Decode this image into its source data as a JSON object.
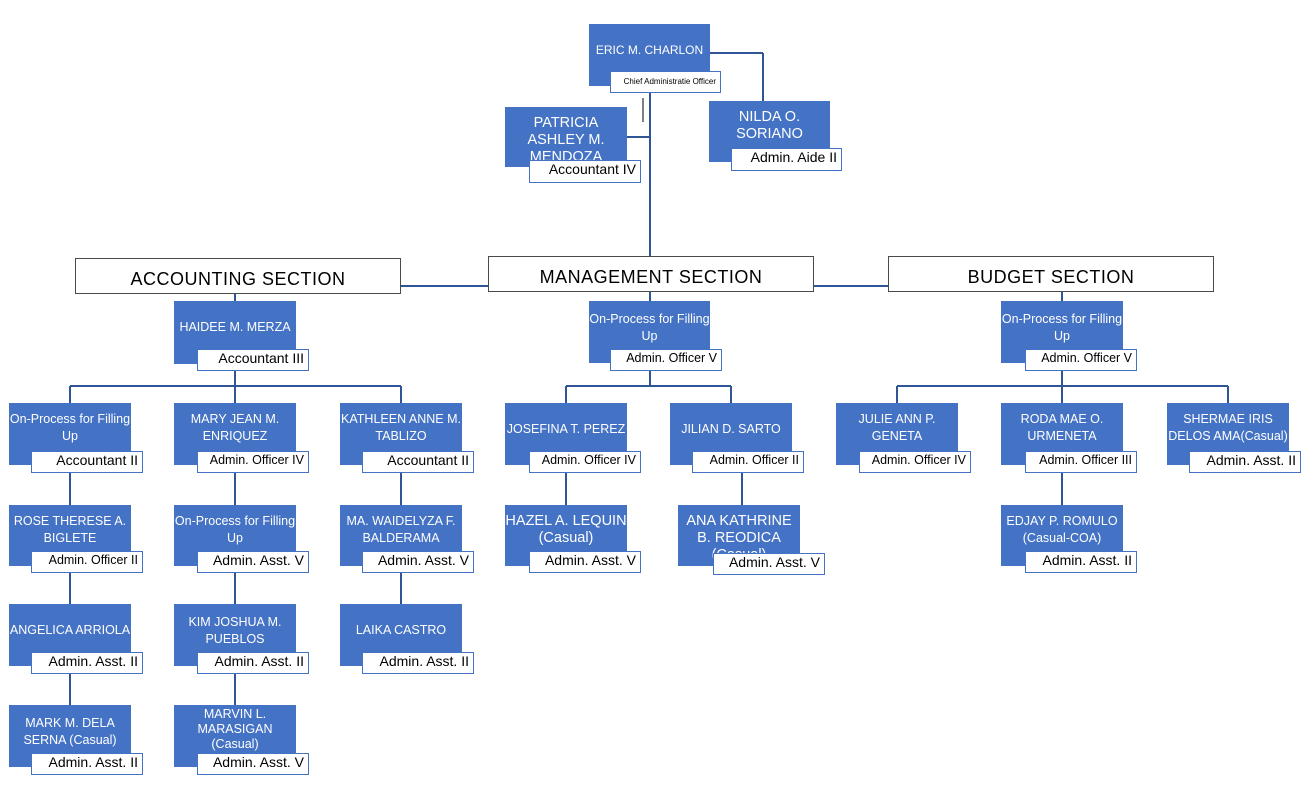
{
  "colors": {
    "box": "#4472c4",
    "line": "#2f5597",
    "text_on_box": "#ffffff"
  },
  "chief": {
    "name": "ERIC M. CHARLON",
    "title": "Chief Administratie Officer"
  },
  "patricia": {
    "name": "PATRICIA ASHLEY M. MENDOZA",
    "title": "Accountant IV"
  },
  "nilda": {
    "name": "NILDA O. SORIANO",
    "title": "Admin. Aide II"
  },
  "sections": {
    "accounting": "ACCOUNTING SECTION",
    "management": "MANAGEMENT SECTION",
    "budget": "BUDGET SECTION"
  },
  "accounting": {
    "head": {
      "name": "HAIDEE M. MERZA",
      "title": "Accountant III"
    },
    "col1": [
      {
        "name": "On-Process for Filling Up",
        "title": "Accountant II"
      },
      {
        "name": "ROSE THERESE A. BIGLETE",
        "title": "Admin. Officer II"
      },
      {
        "name": "ANGELICA ARRIOLA",
        "title": "Admin. Asst. II"
      },
      {
        "name": "MARK M. DELA SERNA (Casual)",
        "title": "Admin. Asst. II"
      }
    ],
    "col2": [
      {
        "name": "MARY JEAN M. ENRIQUEZ",
        "title": "Admin. Officer IV"
      },
      {
        "name": "On-Process for Filling Up",
        "title": "Admin. Asst. V"
      },
      {
        "name": "KIM JOSHUA M. PUEBLOS",
        "title": "Admin. Asst. II"
      },
      {
        "name": "MARVIN L. MARASIGAN (Casual)",
        "title": "Admin. Asst. V"
      }
    ],
    "col3": [
      {
        "name": "KATHLEEN ANNE M. TABLIZO",
        "title": "Accountant II"
      },
      {
        "name": "MA. WAIDELYZA F. BALDERAMA",
        "title": "Admin. Asst. V"
      },
      {
        "name": "LAIKA CASTRO",
        "title": "Admin. Asst. II"
      }
    ]
  },
  "management": {
    "head": {
      "name": "On-Process for Filling Up",
      "title": "Admin. Officer V"
    },
    "col1": [
      {
        "name": "JOSEFINA T. PEREZ",
        "title": "Admin. Officer IV"
      },
      {
        "name": "HAZEL A. LEQUIN (Casual)",
        "title": "Admin. Asst. V"
      }
    ],
    "col2": [
      {
        "name": "JILIAN D. SARTO",
        "title": "Admin. Officer II"
      },
      {
        "name": "ANA KATHRINE B. REODICA (Casual)",
        "title": "Admin. Asst. V"
      }
    ]
  },
  "budget": {
    "head": {
      "name": "On-Process for Filling Up",
      "title": "Admin. Officer V"
    },
    "col1": [
      {
        "name": "JULIE ANN  P. GENETA",
        "title": "Admin. Officer IV"
      }
    ],
    "col2": [
      {
        "name": "RODA MAE O. URMENETA",
        "title": "Admin. Officer III"
      },
      {
        "name": "EDJAY P. ROMULO (Casual-COA)",
        "title": "Admin. Asst. II"
      }
    ],
    "col3": [
      {
        "name": "SHERMAE IRIS DELOS AMA(Casual)",
        "title": "Admin. Asst. II"
      }
    ]
  }
}
